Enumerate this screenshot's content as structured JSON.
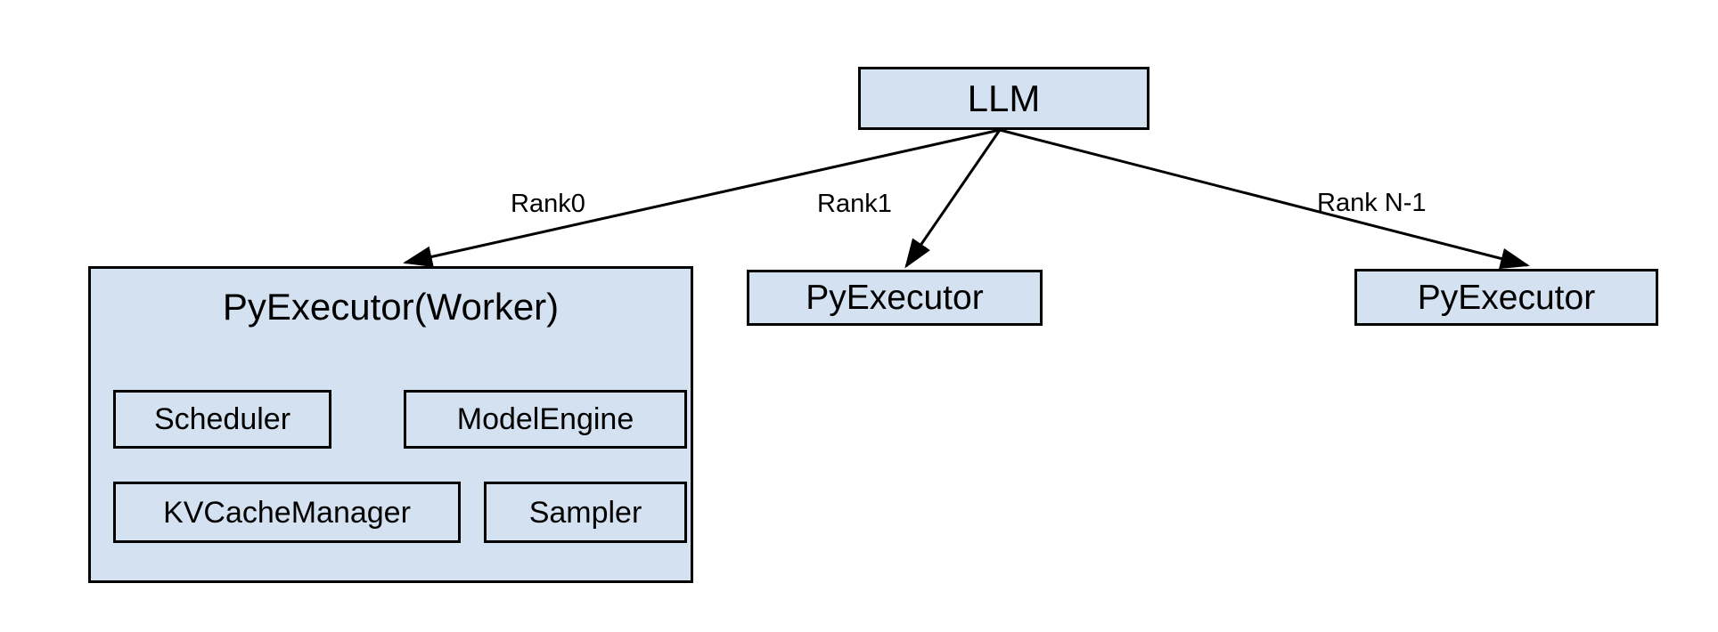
{
  "diagram": {
    "type": "block-diagram",
    "background_color": "#ffffff",
    "node_fill_color": "#d4e1f0",
    "node_border_color": "#000000",
    "text_color": "#000000",
    "root": {
      "label": "LLM"
    },
    "edges": [
      {
        "label": "Rank0",
        "from": "LLM",
        "to": "PyExecutor(Worker)"
      },
      {
        "label": "Rank1",
        "from": "LLM",
        "to": "PyExecutor"
      },
      {
        "label": "Rank N-1",
        "from": "LLM",
        "to": "PyExecutor"
      }
    ],
    "worker": {
      "title": "PyExecutor(Worker)",
      "components": [
        {
          "label": "Scheduler"
        },
        {
          "label": "ModelEngine"
        },
        {
          "label": "KVCacheManager"
        },
        {
          "label": "Sampler"
        }
      ]
    },
    "executors": [
      {
        "label": "PyExecutor"
      },
      {
        "label": "PyExecutor"
      }
    ]
  }
}
